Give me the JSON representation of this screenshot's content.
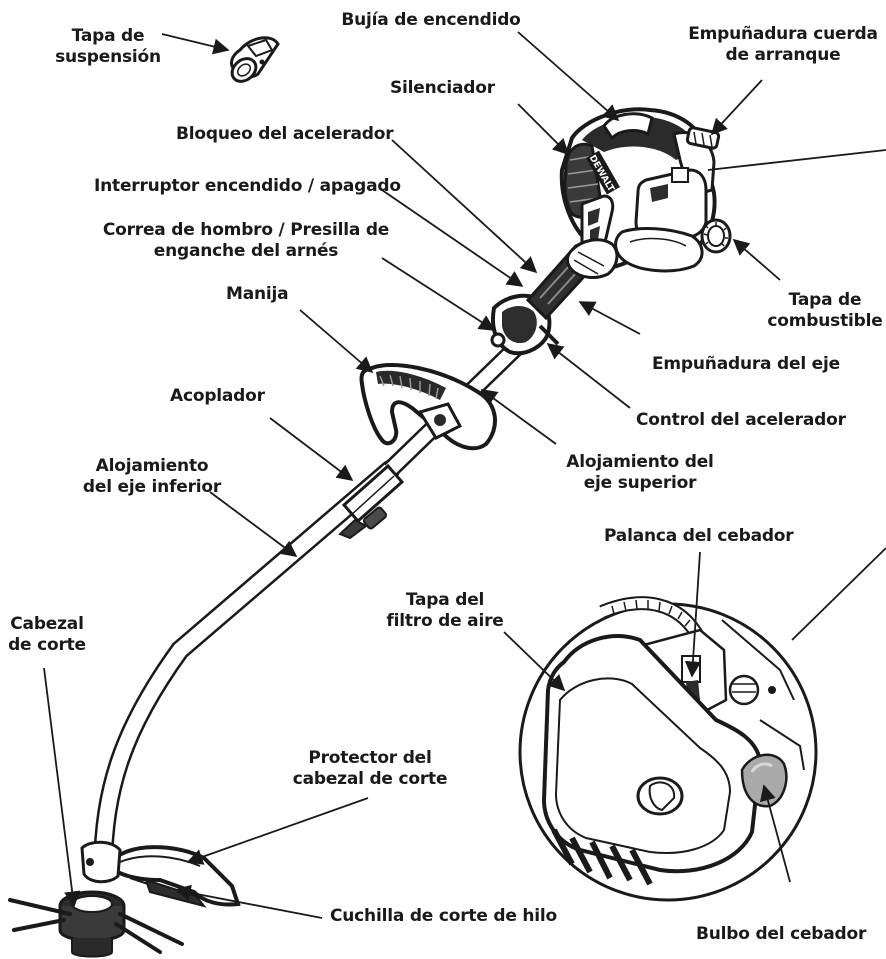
{
  "brand": "DEWALT",
  "labels": {
    "tapa_suspension": "Tapa de\nsuspensión",
    "bujia": "Bujía de encendido",
    "empunadura_cuerda": "Empuñadura cuerda\nde arranque",
    "silenciador": "Silenciador",
    "bloqueo": "Bloqueo del acelerador",
    "interruptor": "Interruptor encendido / apagado",
    "correa": "Correa de hombro / Presilla de\nenganche del arnés",
    "manija": "Manija",
    "tapa_combustible": "Tapa de\ncombustible",
    "empunadura_eje": "Empuñadura del eje",
    "acoplador": "Acoplador",
    "control_acelerador": "Control del acelerador",
    "alojamiento_inferior": "Alojamiento\ndel eje inferior",
    "alojamiento_superior": "Alojamiento del\neje superior",
    "palanca_cebador": "Palanca del cebador",
    "tapa_filtro": "Tapa del\nfiltro de aire",
    "cabezal_corte": "Cabezal\nde corte",
    "protector": "Protector del\ncabezal de corte",
    "cuchilla": "Cuchilla de corte de hilo",
    "bulbo": "Bulbo del cebador"
  }
}
